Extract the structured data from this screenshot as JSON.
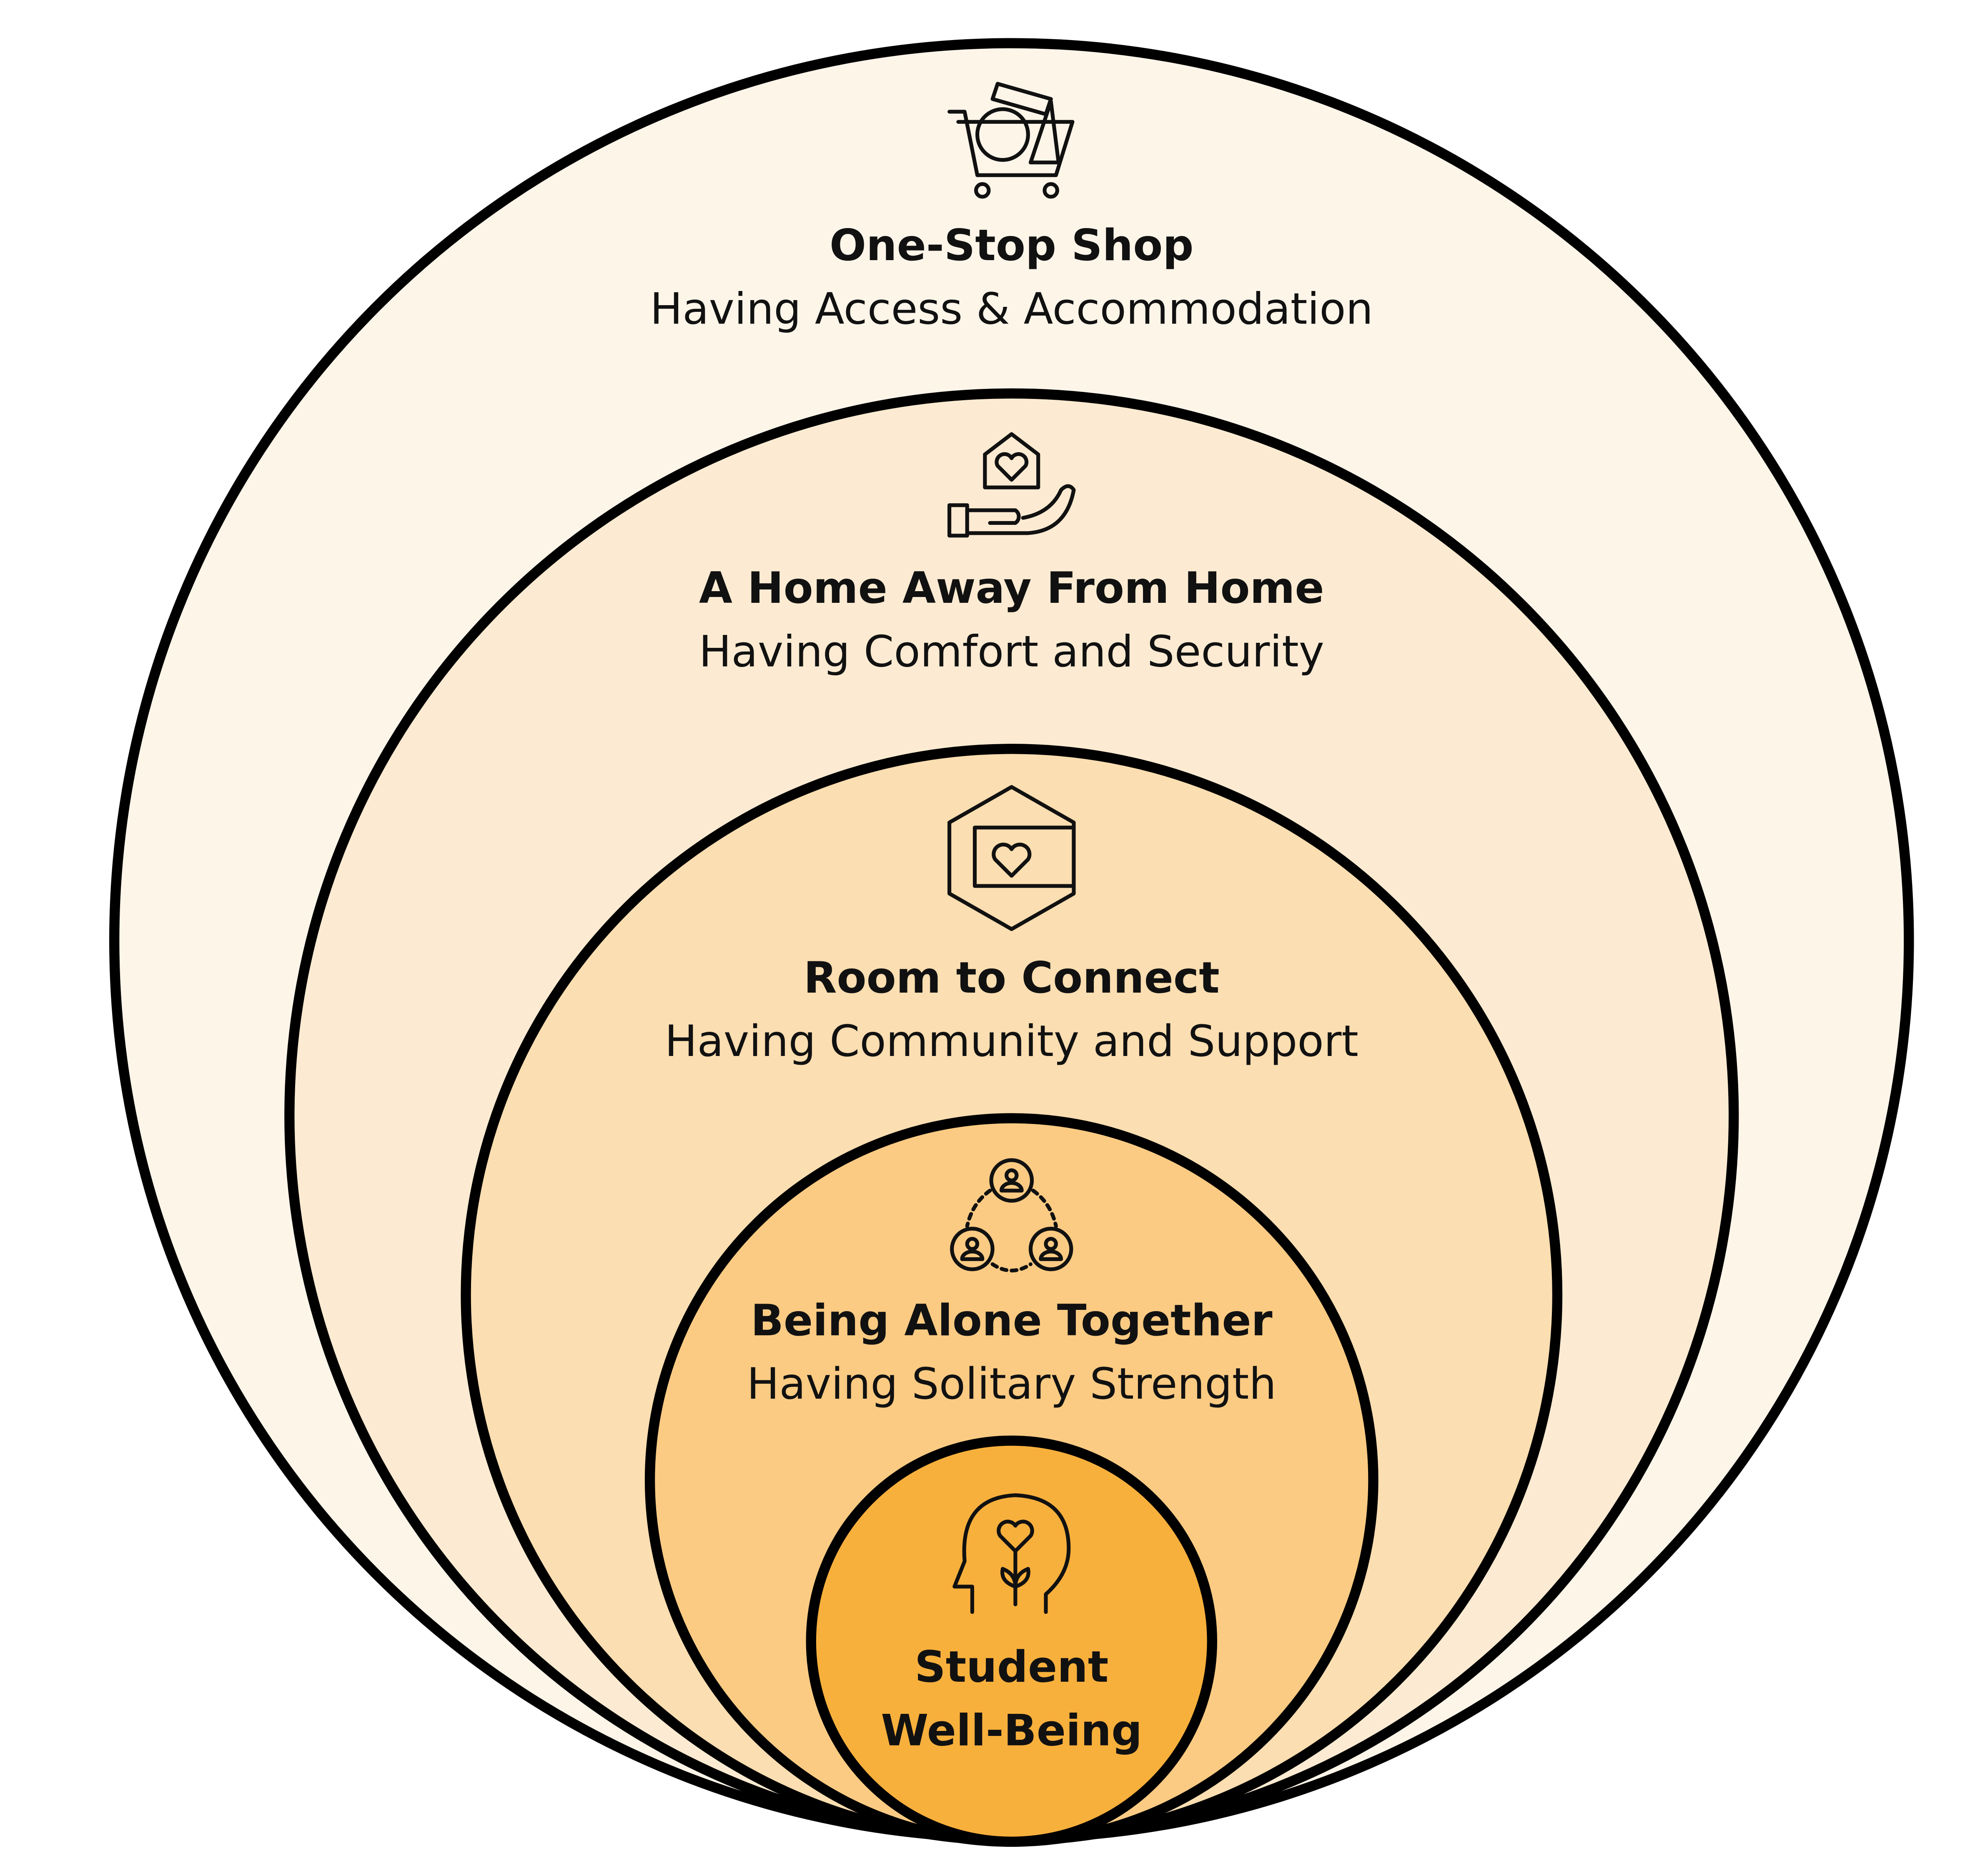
{
  "diagram": {
    "type": "nested-circles",
    "colors": {
      "layer1": "#FEF5E9",
      "layer2": "#FCEBD2",
      "layer3": "#FBDEB1",
      "layer4": "#FBCB83",
      "core": "#F8B03C",
      "stroke": "#000000"
    },
    "layers": [
      {
        "title": "One-Stop Shop",
        "subtitle": "Having Access & Accommodation",
        "icon": "shopping-cart-icon"
      },
      {
        "title": "A Home Away From Home",
        "subtitle": "Having Comfort and Security",
        "icon": "hand-holding-house-icon"
      },
      {
        "title": "Room to Connect",
        "subtitle": "Having Community and Support",
        "icon": "hexagon-room-heart-icon"
      },
      {
        "title": "Being Alone Together",
        "subtitle": "Having Solitary Strength",
        "icon": "connected-people-icon"
      }
    ],
    "core": {
      "title_line1": "Student",
      "title_line2": "Well-Being",
      "icon": "head-heart-sprout-icon"
    }
  }
}
